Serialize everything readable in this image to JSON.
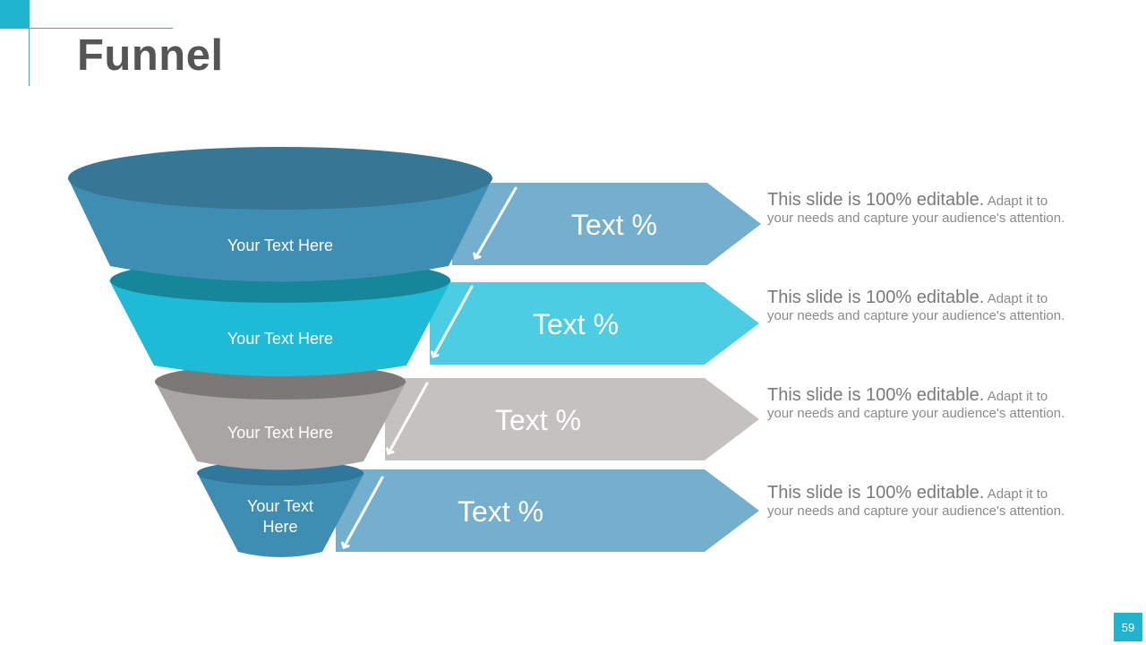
{
  "slide": {
    "title": "Funnel",
    "page_number": "59"
  },
  "colors": {
    "accent": "#1fb4cf",
    "stage1": "#3e8eb3",
    "stage2": "#1dbbd6",
    "stage3": "#a9a5a4",
    "stage4": "#3e8eb3"
  },
  "stages": [
    {
      "label": "Your Text Here",
      "percent_text": "Text %",
      "description_lead": "This slide is 100% editable.",
      "description_rest": " Adapt it to your needs and capture your audience's attention."
    },
    {
      "label": "Your Text Here",
      "percent_text": "Text %",
      "description_lead": "This slide is 100% editable.",
      "description_rest": " Adapt it to your needs and capture your audience's attention."
    },
    {
      "label": "Your Text Here",
      "percent_text": "Text %",
      "description_lead": "This slide is 100% editable.",
      "description_rest": " Adapt it to your needs and capture your audience's attention."
    },
    {
      "label_line1": "Your Text",
      "label_line2": "Here",
      "percent_text": "Text %",
      "description_lead": "This slide is 100% editable.",
      "description_rest": " Adapt it to your needs and capture your audience's attention."
    }
  ]
}
